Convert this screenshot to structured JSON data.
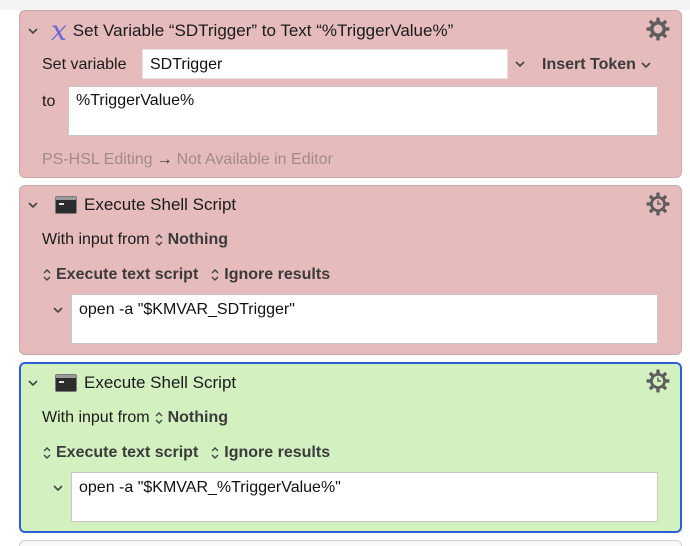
{
  "actions": [
    {
      "title": "Set Variable “SDTrigger” to Text “%TriggerValue%”",
      "set_variable_label": "Set variable",
      "variable_name": "SDTrigger",
      "insert_token_label": "Insert Token",
      "to_label": "to",
      "text_value": "%TriggerValue%",
      "footer_left": "PS-HSL Editing",
      "footer_arrow": "→",
      "footer_right": "Not Available in Editor"
    },
    {
      "title": "Execute Shell Script",
      "input_label": "With input from",
      "input_value": "Nothing",
      "mode": "Execute text script",
      "results": "Ignore results",
      "script": "open -a \"$KMVAR_SDTrigger\""
    },
    {
      "title": "Execute Shell Script",
      "input_label": "With input from",
      "input_value": "Nothing",
      "mode": "Execute text script",
      "results": "Ignore results",
      "script": "open -a \"$KMVAR_%TriggerValue%\""
    }
  ],
  "icons": {
    "variable": "x-variable-icon",
    "shell": "terminal-icon",
    "gear": "gear-icon",
    "gear_timed": "gear-clock-icon"
  },
  "colors": {
    "red_action": "#e6bbbb",
    "green_action": "#d3f0c1",
    "selection_border": "#2f5fd7"
  }
}
